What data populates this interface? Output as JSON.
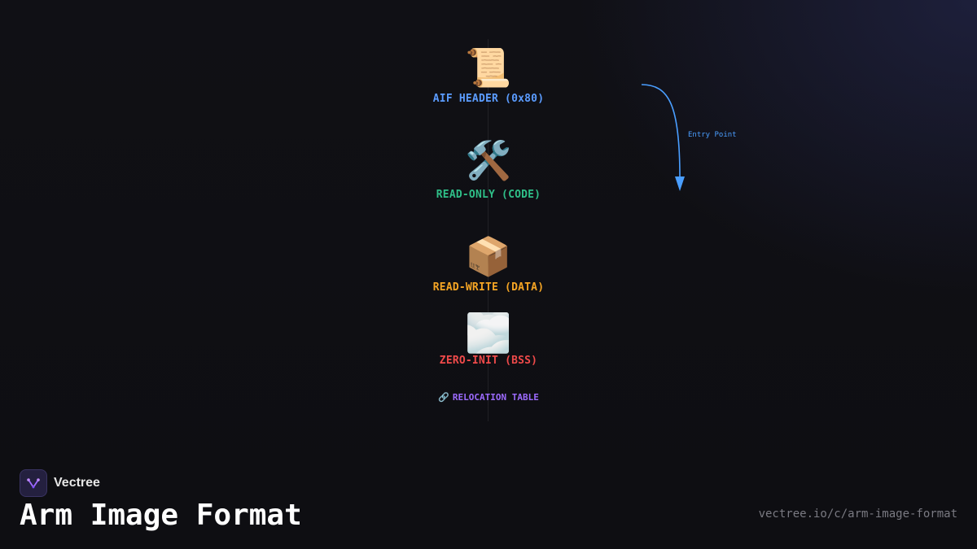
{
  "diagram": {
    "nodes": [
      {
        "icon": "scroll-icon",
        "glyph": "📜",
        "label": "AIF HEADER (0x80)",
        "color": "#5b9cff"
      },
      {
        "icon": "hammer-wrench-icon",
        "glyph": "🛠️",
        "label": "READ-ONLY (CODE)",
        "color": "#2fbf88"
      },
      {
        "icon": "package-icon",
        "glyph": "📦",
        "label": "READ-WRITE (DATA)",
        "color": "#f5a524"
      },
      {
        "icon": "cloud-icon",
        "glyph": "🌫️",
        "label": "ZERO-INIT (BSS)",
        "color": "#ef4a4a"
      }
    ],
    "relocation": {
      "icon": "link-icon",
      "glyph": "🔗",
      "label": "RELOCATION TABLE",
      "color": "#9d6bff"
    },
    "arrow": {
      "label": "Entry Point",
      "color": "#4a9eff"
    }
  },
  "brand": {
    "name": "Vectree",
    "logo_icon": "vectree-logo-icon"
  },
  "title": "Arm Image Format",
  "url": "vectree.io/c/arm-image-format"
}
